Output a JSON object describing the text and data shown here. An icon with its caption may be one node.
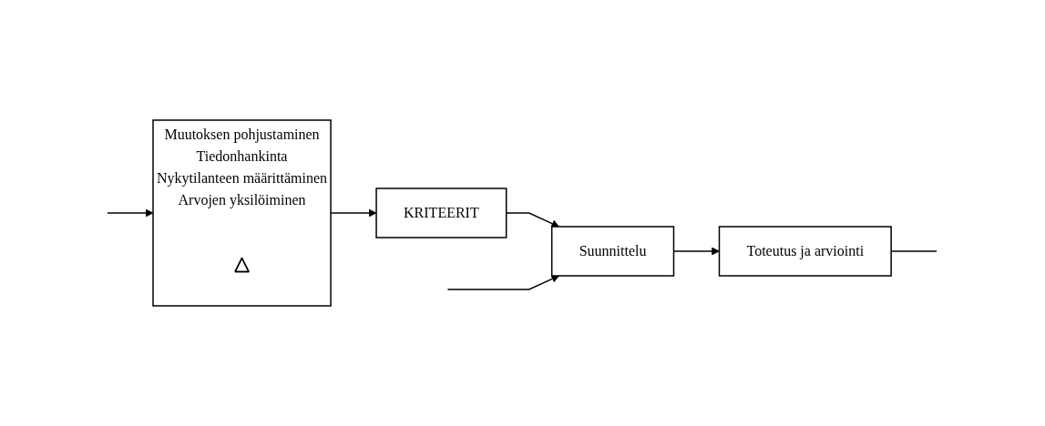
{
  "diagram": {
    "nodes": [
      {
        "text": [
          "Muutoksen pohjustaminen",
          "Tiedonhankinta",
          "Nykytilanteen määrittäminen",
          "Arvojen yksilöiminen"
        ]
      },
      {
        "text": [],
        "shape": "triangle",
        "in": 0
      },
      {
        "text": [
          "KRITEERIT"
        ]
      },
      {
        "text": [
          "Suunnittelu"
        ]
      },
      {
        "text": [
          "Toteutus ja arviointi"
        ]
      }
    ],
    "edges": [
      {
        "from": 0,
        "to": 2,
        "arrow": "to"
      },
      {
        "from": 2,
        "to": 3,
        "arrow": "to"
      },
      {
        "from": 3,
        "to": 4,
        "arrow": "to"
      },
      {
        "from": null,
        "to": 0,
        "arrow": "to"
      },
      {
        "from": null,
        "to": 3,
        "arrow": "to"
      },
      {
        "from": 4,
        "to": null,
        "arrow": "none"
      }
    ]
  }
}
